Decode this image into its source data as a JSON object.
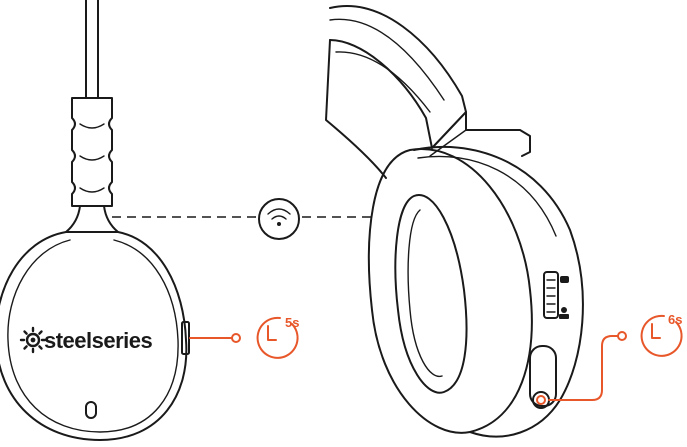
{
  "brand": {
    "wordmark": "steelseries"
  },
  "transmitter": {
    "hold_duration": "5s"
  },
  "headset": {
    "hold_duration": "6s"
  },
  "icons": {
    "link": "wifi-icon",
    "transmitter_timer": "stopwatch-icon",
    "headset_timer": "stopwatch-icon",
    "brand_logo": "steelseries-logo-icon"
  },
  "colors": {
    "accent": "#e8572a",
    "line": "#1a1a1a",
    "background": "#ffffff"
  }
}
